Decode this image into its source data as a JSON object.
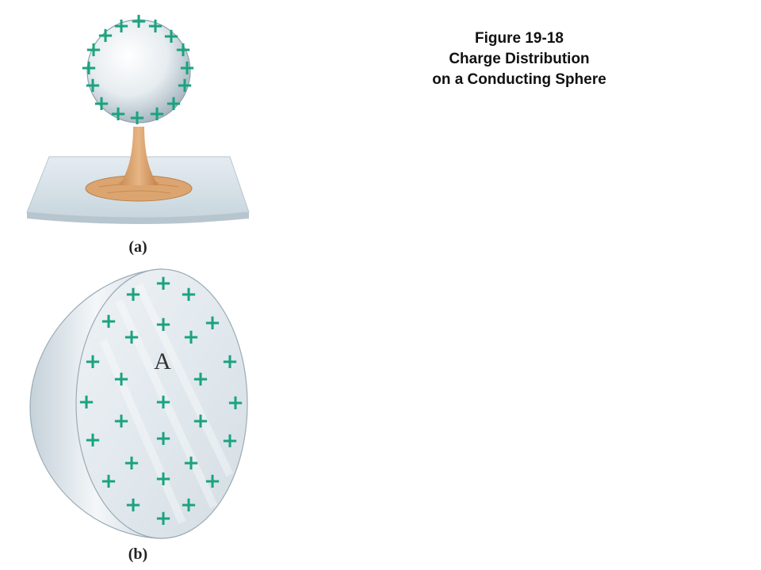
{
  "caption": {
    "line1": "Figure 19-18",
    "line2": "Charge Distribution",
    "line3": "on a Conducting Sphere"
  },
  "panel_a": {
    "label": "(a)"
  },
  "panel_b": {
    "label": "(b)",
    "point_label": "A"
  },
  "charge_symbol": "+",
  "colors": {
    "charge": "#1aa37f",
    "sphere": "#d9e2e8",
    "stand_wood": "#d9a06a",
    "base_plate": "#dbe6ec"
  }
}
